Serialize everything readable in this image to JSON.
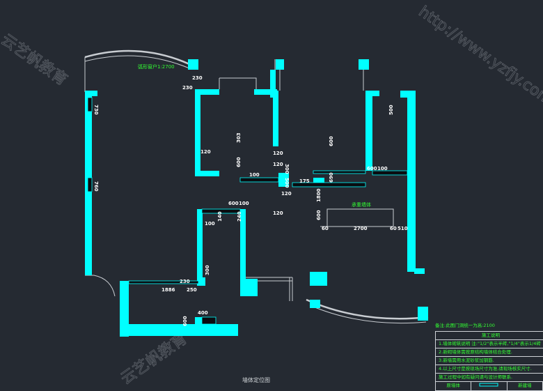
{
  "drawing": {
    "title": "墙体定位图",
    "colors": {
      "background": "#252a32",
      "wall": "#00ffff",
      "annotation": "#33ff33",
      "dimension": "#ffffff"
    },
    "annotations": {
      "arc_label": "弧形窗户1:2700",
      "wall_label": "承重墙体"
    },
    "dimensions": [
      "230",
      "230",
      "730",
      "120",
      "120",
      "303",
      "600",
      "100",
      "120",
      "300",
      "500",
      "120",
      "600",
      "175",
      "690",
      "600",
      "100",
      "500",
      "1800",
      "600",
      "60",
      "2700",
      "60",
      "510",
      "600",
      "100",
      "140",
      "240",
      "120",
      "100",
      "1886",
      "250",
      "230",
      "400",
      "600",
      "300",
      "760"
    ],
    "watermarks": [
      "http://www.yzfjy.com",
      "云艺帆教育"
    ]
  },
  "notes": {
    "remark": "备注:此图门洞统一为高:2100",
    "heading": "施工说明",
    "lines": [
      "1.墙体砌筑说明 注:\"1/2\"表示半砖,\"1/4\"表示1/4砖",
      "2.新砌墙体需按原结构墙体结合处理.",
      "3.新墙需用水泥砂浆加钢筋.",
      "4.以上尺寸是按现场尺寸为准,请现场核实尺寸.",
      "施工过程中如有疑问请与设计师联系."
    ],
    "legend": [
      "原墙体",
      "",
      "新建墙"
    ]
  }
}
